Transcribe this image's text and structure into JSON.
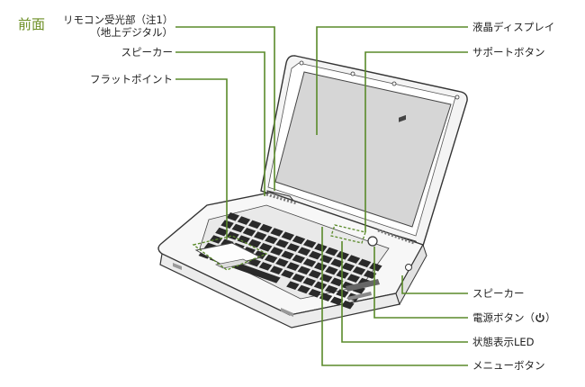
{
  "section_title": "前面",
  "labels": {
    "remote_line1": "リモコン受光部（注1）",
    "remote_line2": "（地上デジタル）",
    "speaker_left": "スピーカー",
    "flat_point": "フラットポイント",
    "lcd": "液晶ディスプレイ",
    "support_button": "サポートボタン",
    "speaker_right": "スピーカー",
    "power_button": "電源ボタン（",
    "power_close": "）",
    "status_led": "状態表示LED",
    "menu_button": "メニューボタン"
  },
  "colors": {
    "leader": "#5a8a2a",
    "section": "#6b8e23",
    "outline": "#333333",
    "screen": "#d6d6d6",
    "key": "#2a2a2a"
  },
  "icons": {
    "power": "power-icon"
  }
}
